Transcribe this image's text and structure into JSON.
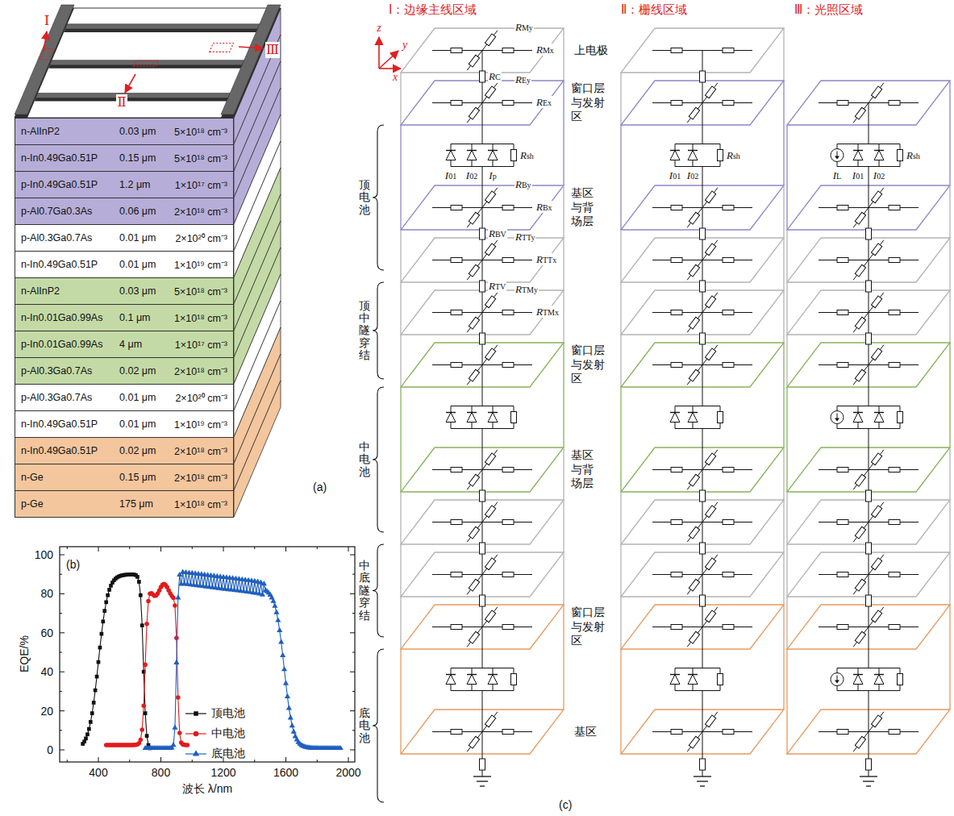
{
  "diagram": {
    "nodes": [
      {
        "text": [
          "n-AlInP2",
          "0.03 μm",
          "5×10¹⁸ cm⁻³"
        ]
      },
      {
        "text": [
          "n-In0.49Ga0.51P",
          "0.15 μm",
          "5×10¹⁸ cm⁻³"
        ]
      },
      {
        "text": [
          "p-In0.49Ga0.51P",
          "1.2 μm",
          "1×10¹⁷ cm⁻³"
        ]
      },
      {
        "text": [
          "p-Al0.7Ga0.3As",
          "0.06 μm",
          "2×10¹⁸ cm⁻³"
        ]
      },
      {
        "text": [
          "p-Al0.3Ga0.7As",
          "0.01 μm",
          "2×10²⁰ cm⁻³"
        ]
      },
      {
        "text": [
          "n-In0.49Ga0.51P",
          "0.01 μm",
          "1×10¹⁹ cm⁻³"
        ]
      },
      {
        "text": [
          "n-AlInP2",
          "0.03 μm",
          "5×10¹⁸ cm⁻³"
        ]
      },
      {
        "text": [
          "n-In0.01Ga0.99As",
          "0.1 μm",
          "1×10¹⁸ cm⁻³"
        ]
      },
      {
        "text": [
          "p-In0.01Ga0.99As",
          "4 μm",
          "1×10¹⁷ cm⁻³"
        ]
      },
      {
        "text": [
          "p-Al0.3Ga0.7As",
          "0.02 μm",
          "2×10¹⁸ cm⁻³"
        ]
      },
      {
        "text": [
          "p-Al0.3Ga0.7As",
          "0.01 μm",
          "2×10²⁰ cm⁻³"
        ]
      },
      {
        "text": [
          "n-In0.49Ga0.51P",
          "0.01 μm",
          "1×10¹⁹ cm⁻³"
        ]
      },
      {
        "text": [
          "n-In0.49Ga0.51P",
          "0.02 μm",
          "2×10¹⁸ cm⁻³"
        ]
      },
      {
        "text": [
          "n-Ge",
          "0.15 μm",
          "2×10¹⁸ cm⁻³"
        ]
      },
      {
        "text": [
          "p-Ge",
          "175 μm",
          "1×10¹⁸ cm⁻³"
        ]
      }
    ],
    "labels": [
      "Ⅰ",
      "Ⅱ",
      "Ⅲ",
      "(a)",
      "(b)",
      "100",
      "80",
      "60",
      "40",
      "20",
      "0",
      "400",
      "800",
      "1200",
      "1600",
      "2000",
      "EQE/%",
      "波长 λ/nm",
      "Ⅰ：边缘主线区域",
      "Ⅱ：栅线区域",
      "Ⅲ：光照区域",
      "z",
      "y",
      "x",
      "RMy",
      "RMx",
      "RC",
      "上电极",
      "REy",
      "REx",
      "窗口层与发射区",
      "顶电池",
      "I01",
      "I02",
      "Ip",
      "Rsh",
      "RBy",
      "RBx",
      "基区与背场层",
      "RBV",
      "RTTy",
      "RTV",
      "RTTx",
      "顶中隧穿结",
      "RTMy",
      "RTMx",
      "窗口层与发射区",
      "中电池",
      "基区与背场层",
      "中底隧穿结",
      "窗口层与发射区",
      "底电池",
      "基区",
      "I01",
      "I02",
      "Rsh",
      "IL",
      "I01",
      "I02",
      "Rsh",
      "(c)"
    ],
    "legend": [
      {
        "text": "顶电池"
      },
      {
        "text": "中电池"
      },
      {
        "text": "底电池"
      }
    ]
  }
}
